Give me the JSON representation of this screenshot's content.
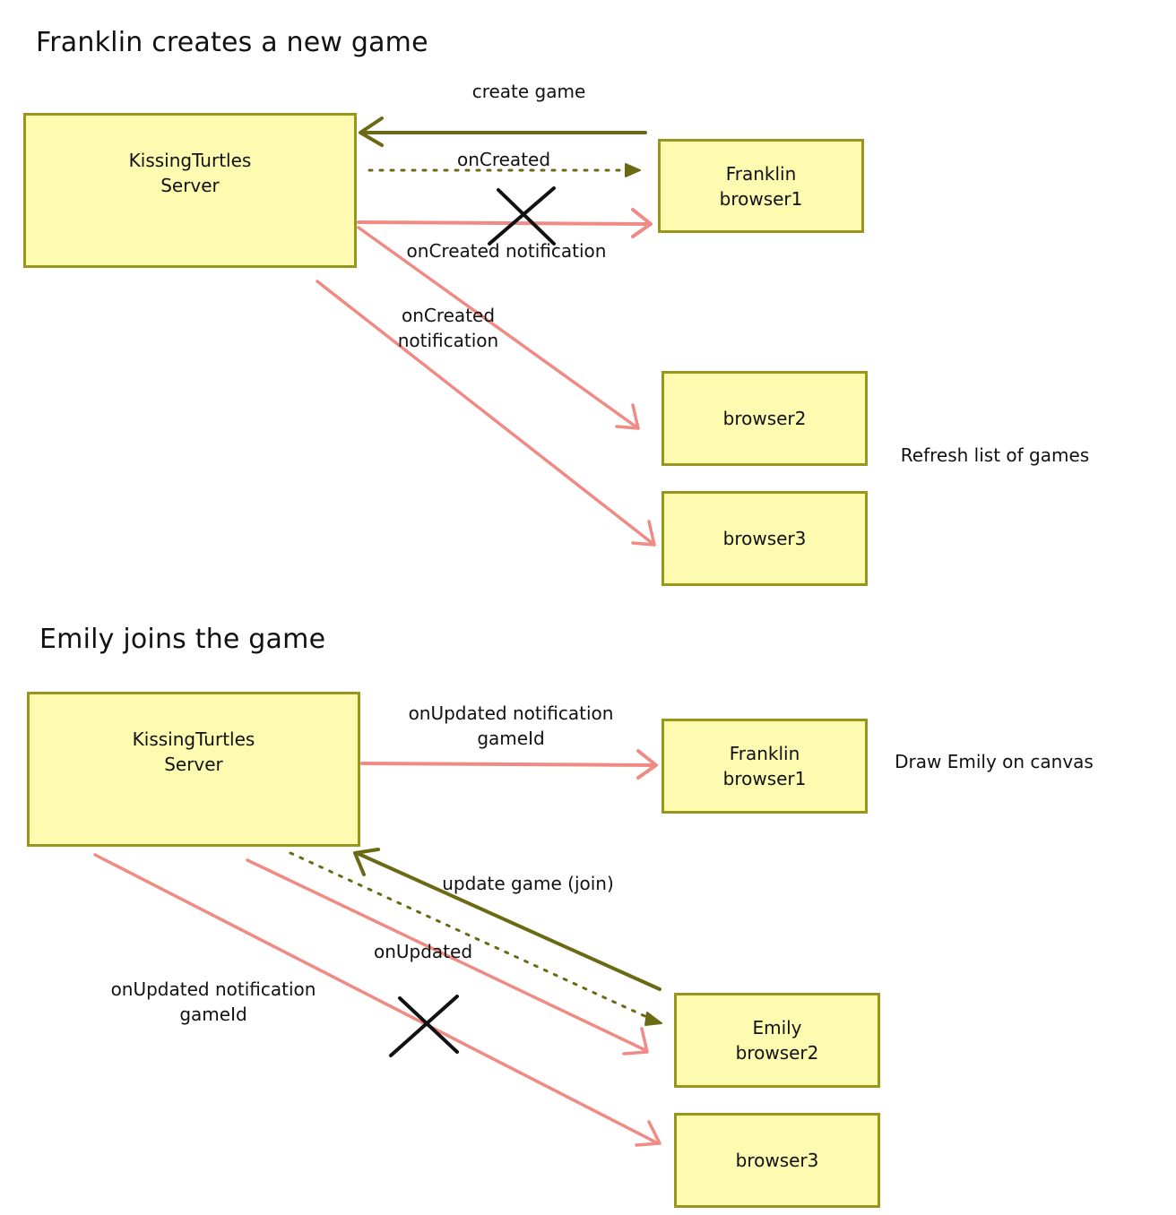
{
  "colors": {
    "box_fill": "#fdfbb0",
    "box_border": "#99961e",
    "request_arrow": "#6b6a14",
    "notification_arrow": "#f08a84",
    "blocked_mark": "#111111"
  },
  "section1": {
    "title": "Franklin creates a new game",
    "server": "KissingTurtles\nServer",
    "franklin": "Franklin\nbrowser1",
    "browser2": "browser2",
    "browser3": "browser3",
    "label_create_game": "create game",
    "label_on_created": "onCreated",
    "label_on_created_notification": "onCreated notification",
    "label_on_created_notification_2": "onCreated\nnotification",
    "note_refresh": "Refresh list of games"
  },
  "section2": {
    "title": "Emily joins the game",
    "server": "KissingTurtles\nServer",
    "franklin": "Franklin\nbrowser1",
    "emily": "Emily\nbrowser2",
    "browser3": "browser3",
    "label_on_updated_notification_top": "onUpdated notification\ngameId",
    "label_update_game": "update game (join)",
    "label_on_updated": "onUpdated",
    "label_on_updated_notification_left": "onUpdated notification\ngameId",
    "note_draw": "Draw Emily on canvas"
  }
}
